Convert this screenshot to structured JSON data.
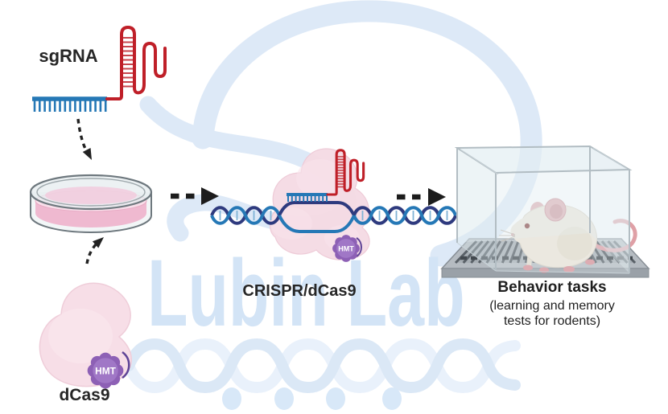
{
  "labels": {
    "sgrna": "sgRNA",
    "dcas9": "dCas9",
    "complex": "CRISPR/dCas9",
    "hmt": "HMT",
    "behavior_title": "Behavior tasks",
    "behavior_sub_line1": "(learning and memory",
    "behavior_sub_line2": "tests for rodents)"
  },
  "watermark": {
    "text": "Lubin Lab"
  },
  "colors": {
    "rna_scaffold_red": "#bf1f28",
    "rna_target_blue": "#2578b6",
    "dna_navy": "#2e3a7e",
    "dna_light_blue": "#2578b6",
    "protein_pink": "#f6dce5",
    "hmt_purple": "#8d60b5",
    "media_pink": "#efb9d0",
    "watermark_blue": "#d3e4f6",
    "arrow_black": "#1c1c1c"
  }
}
